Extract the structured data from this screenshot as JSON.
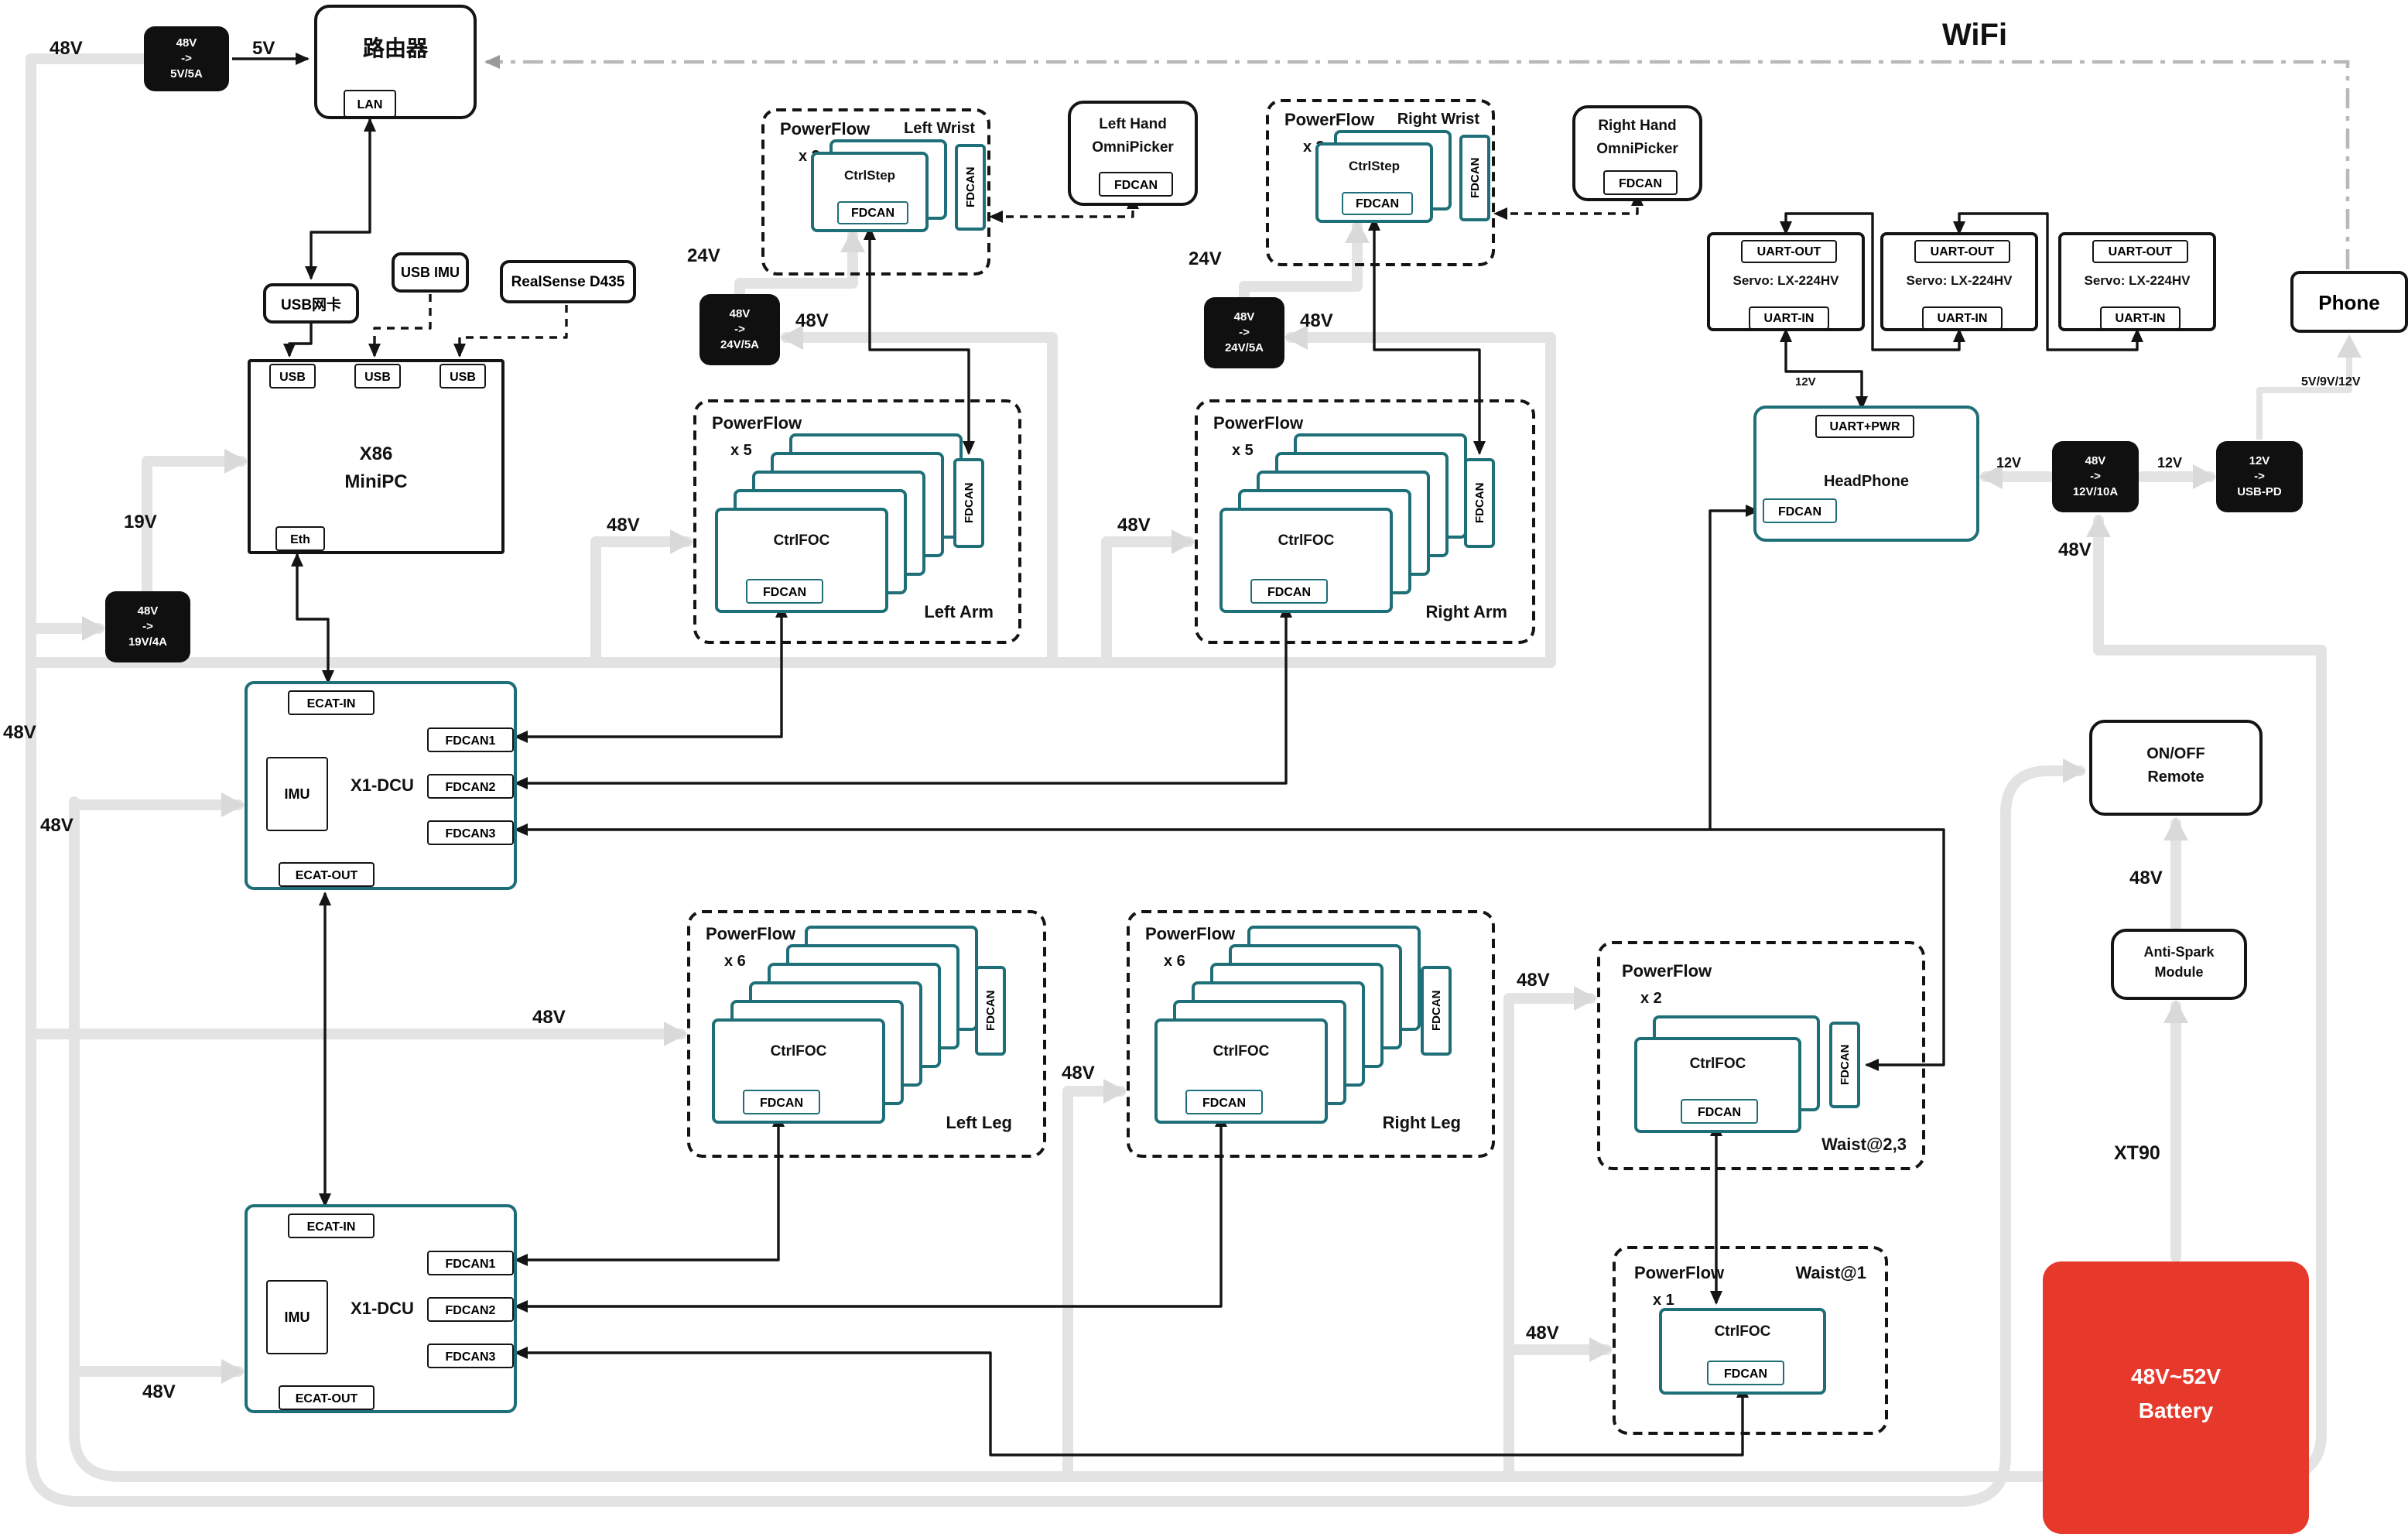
{
  "colors": {
    "teal": "#1f6f78",
    "power_line": "#e3e3e3",
    "battery": "#e6392c"
  },
  "labels": {
    "v48": "48V",
    "v24": "24V",
    "v19": "19V",
    "v12": "12V",
    "v5": "5V",
    "wifi": "WiFi",
    "xt90": "XT90",
    "phone_out": "5V/9V/12V"
  },
  "router": {
    "title": "路由器",
    "lan": "LAN"
  },
  "psu": {
    "p5": {
      "in": "48V",
      "arrow": "->",
      "out": "5V/5A"
    },
    "p19": {
      "in": "48V",
      "arrow": "->",
      "out": "19V/4A"
    },
    "p24": {
      "in": "48V",
      "arrow": "->",
      "out": "24V/5A"
    },
    "p12": {
      "in": "48V",
      "arrow": "->",
      "out": "12V/10A"
    },
    "pusb": {
      "in": "12V",
      "arrow": "->",
      "out": "USB-PD"
    }
  },
  "periph": {
    "usb_nic": "USB网卡",
    "usb_imu": "USB IMU",
    "realsense": "RealSense D435"
  },
  "minipc": {
    "l1": "X86",
    "l2": "MiniPC",
    "usb": "USB",
    "eth": "Eth"
  },
  "dcu": {
    "title": "X1-DCU",
    "imu": "IMU",
    "ecat_in": "ECAT-IN",
    "ecat_out": "ECAT-OUT",
    "f1": "FDCAN1",
    "f2": "FDCAN2",
    "f3": "FDCAN3"
  },
  "groups": {
    "lw": {
      "t": "PowerFlow",
      "c": "x 2",
      "tag": "Left Wrist",
      "ctrl": "CtrlStep",
      "fd": "FDCAN"
    },
    "rw": {
      "t": "PowerFlow",
      "c": "x 2",
      "tag": "Right Wrist",
      "ctrl": "CtrlStep",
      "fd": "FDCAN"
    },
    "la": {
      "t": "PowerFlow",
      "c": "x 5",
      "tag": "Left Arm",
      "ctrl": "CtrlFOC",
      "fd": "FDCAN"
    },
    "ra": {
      "t": "PowerFlow",
      "c": "x 5",
      "tag": "Right Arm",
      "ctrl": "CtrlFOC",
      "fd": "FDCAN"
    },
    "ll": {
      "t": "PowerFlow",
      "c": "x 6",
      "tag": "Left Leg",
      "ctrl": "CtrlFOC",
      "fd": "FDCAN"
    },
    "rl": {
      "t": "PowerFlow",
      "c": "x 6",
      "tag": "Right Leg",
      "ctrl": "CtrlFOC",
      "fd": "FDCAN"
    },
    "w23": {
      "t": "PowerFlow",
      "c": "x 2",
      "tag": "Waist@2,3",
      "ctrl": "CtrlFOC",
      "fd": "FDCAN"
    },
    "w1": {
      "t": "PowerFlow",
      "c": "x 1",
      "tag": "Waist@1",
      "ctrl": "CtrlFOC",
      "fd": "FDCAN"
    }
  },
  "hands": {
    "l": {
      "a": "Left Hand",
      "b": "OmniPicker",
      "fd": "FDCAN"
    },
    "r": {
      "a": "Right Hand",
      "b": "OmniPicker",
      "fd": "FDCAN"
    }
  },
  "servo": {
    "out": "UART-OUT",
    "name": "Servo: LX-224HV",
    "inp": "UART-IN"
  },
  "hp": {
    "uart": "UART+PWR",
    "title": "HeadPhone",
    "fd": "FDCAN",
    "v12": "12V"
  },
  "phone": {
    "title": "Phone"
  },
  "remote": {
    "a": "ON/OFF",
    "b": "Remote"
  },
  "spark": {
    "a": "Anti-Spark",
    "b": "Module"
  },
  "bat": {
    "a": "48V~52V",
    "b": "Battery"
  }
}
